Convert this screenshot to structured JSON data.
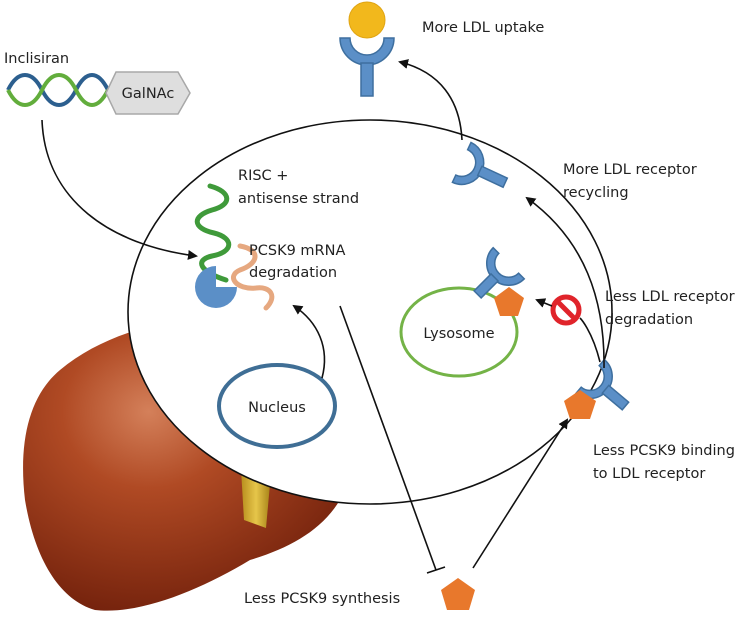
{
  "labels": {
    "inclisiran": "Inclisiran",
    "galnac": "GalNAc",
    "risc_line1": "RISC +",
    "risc_line2": "antisense strand",
    "pcsk9_mrna_line1": "PCSK9 mRNA",
    "pcsk9_mrna_line2": "degradation",
    "nucleus": "Nucleus",
    "lysosome": "Lysosome",
    "more_ldl_uptake": "More LDL uptake",
    "recycling_line1": "More LDL receptor",
    "recycling_line2": "recycling",
    "less_degradation_line1": "Less LDL receptor",
    "less_degradation_line2": "degradation",
    "less_binding_line1": "Less PCSK9 binding",
    "less_binding_line2": "to LDL receptor",
    "less_synthesis": "Less PCSK9 synthesis"
  },
  "colors": {
    "receptor_blue": "#5b8fc7",
    "receptor_stroke": "#3e6f9f",
    "pcsk9_orange": "#e8782c",
    "ldl_yellow": "#f2b81c",
    "nucleus_blue": "#3f6e95",
    "lysosome_green": "#74b347",
    "rna_green": "#3f9a3a",
    "mrna_peach": "#e6a880",
    "liver_red": "#8e2a10",
    "gallbladder": "#c9a227",
    "prohibition_red": "#e0242b",
    "galnac_gray": "#dedede",
    "dna_blue": "#2c5f8f",
    "dna_green": "#62ad3c"
  }
}
